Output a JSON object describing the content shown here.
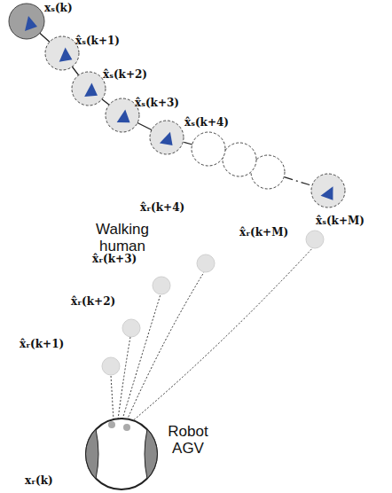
{
  "diagram": {
    "labels": [
      "xₛ(k)",
      "x̂ₛ(k+1)",
      "x̂ₛ(k+2)",
      "x̂ₛ(k+3)",
      "x̂ₛ(k+4)",
      "x̂ₛ(k+M)",
      "Walking human",
      "x̂ᵣ(k+M)",
      "x̂ᵣ(k+4)",
      "x̂ᵣ(k+3)",
      "x̂ᵣ(k+2)",
      "x̂ᵣ(k+1)",
      "Robot AGV",
      "xᵣ(k)"
    ]
  }
}
